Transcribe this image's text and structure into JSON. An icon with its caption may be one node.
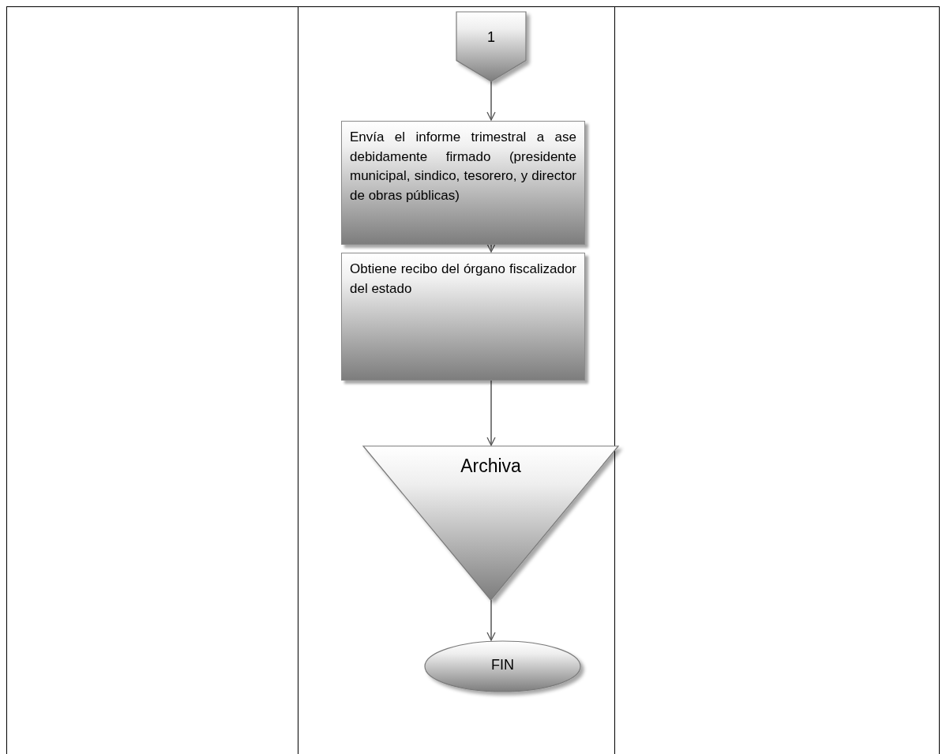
{
  "diagram": {
    "nodes": [
      {
        "text": [
          "1"
        ]
      },
      {
        "text": [
          "Envía el informe trimestral a ase debidamente firmado (presidente municipal, sindico, tesorero, y director de obras públicas)"
        ]
      },
      {
        "text": [
          "Obtiene recibo del órgano fiscalizador del estado"
        ]
      },
      {
        "text": [
          "Archiva"
        ]
      },
      {
        "text": [
          "FIN"
        ]
      }
    ],
    "edges": [
      {
        "from": 0,
        "to": 1,
        "arrow": "to"
      },
      {
        "from": 1,
        "to": 2,
        "arrow": "to"
      },
      {
        "from": 2,
        "to": 3,
        "arrow": "to"
      },
      {
        "from": 3,
        "to": 4,
        "arrow": "to"
      }
    ]
  }
}
